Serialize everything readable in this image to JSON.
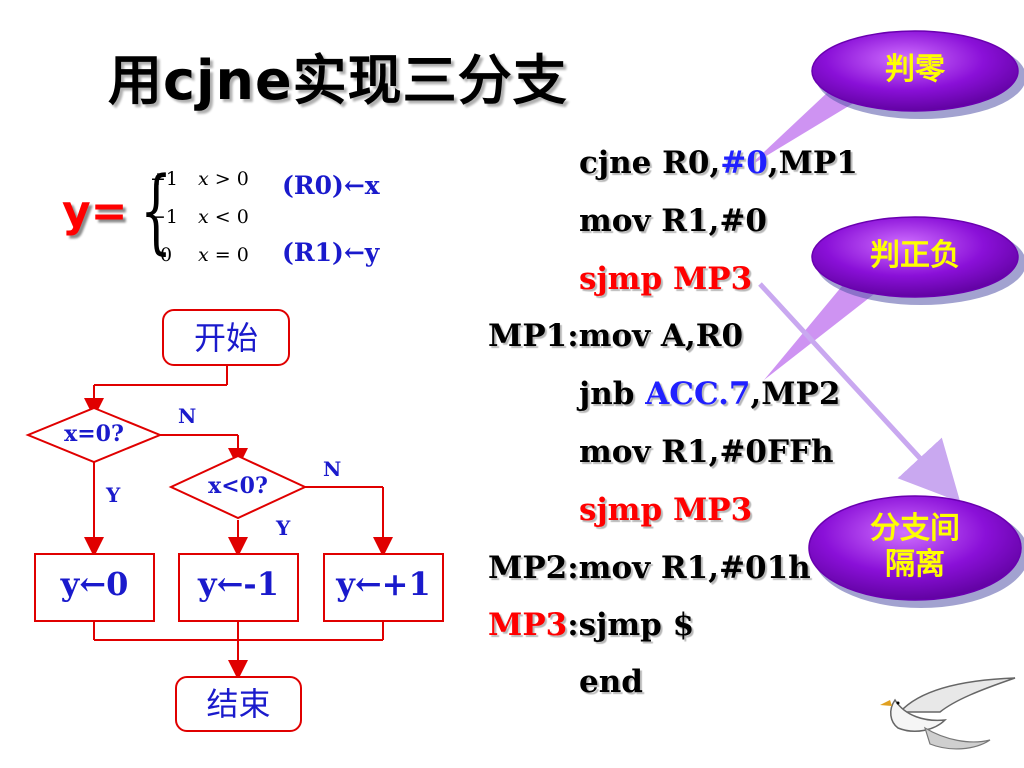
{
  "title": "用cjne实现三分支",
  "formula": {
    "lhs": "y=",
    "cases": [
      {
        "value": "+1",
        "cond": "x > 0"
      },
      {
        "value": "−1",
        "cond": "x < 0"
      },
      {
        "value": "0",
        "cond": "x = 0"
      }
    ],
    "registers": [
      "(R0)←x",
      "(R1)←y"
    ]
  },
  "flowchart": {
    "start": "开始",
    "end": "结束",
    "decision1": "x=0?",
    "decision2": "x<0?",
    "branch_no": "N",
    "branch_yes": "Y",
    "assign_zero": "y←0",
    "assign_neg": "y←-1",
    "assign_pos": "y←+1"
  },
  "code": {
    "l1_a": "cjne R0,",
    "l1_b": "#0",
    "l1_c": ",MP1",
    "l2": "mov R1,#0",
    "l3": "sjmp MP3",
    "l4": "MP1:mov A,R0",
    "l5_a": "jnb ",
    "l5_b": "ACC.7",
    "l5_c": ",MP2",
    "l6": "mov R1,#0FFh",
    "l7": "sjmp MP3",
    "l8": "MP2:mov R1,#01h",
    "l9_a": "MP3",
    "l9_b": ":sjmp $",
    "l10": "end"
  },
  "callouts": {
    "zero": "判零",
    "sign": "判正负",
    "isolate_1": "分支间",
    "isolate_2": "隔离"
  },
  "colors": {
    "accent_red": "#ff0000",
    "accent_blue": "#2020ff",
    "flow_red": "#e00000",
    "callout_purple": "#7a00cc",
    "callout_text": "#ffff00"
  },
  "icons": [
    "seagull-icon"
  ]
}
